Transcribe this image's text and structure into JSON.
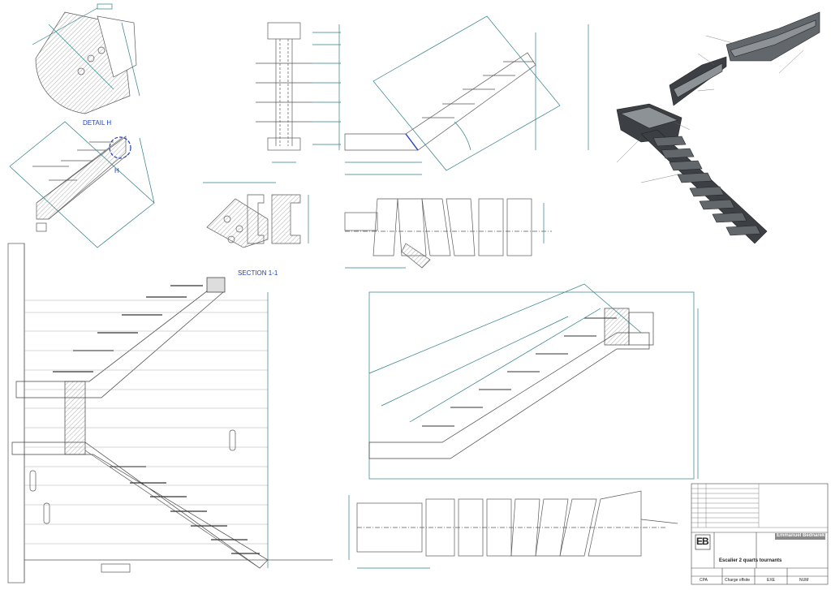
{
  "labels": {
    "detail_h": "DETAIL H",
    "detail_marker": "H",
    "section": "SECTION 1-1"
  },
  "title_block": {
    "company": "Emmanuel Bednarek",
    "project_title": "Escalier 2 quarts tournants",
    "logo_letters": "EB",
    "footer": [
      "CPA",
      "Charge offsite",
      "EXE",
      "NUM"
    ]
  },
  "colors": {
    "line": "#5a5a5a",
    "dimension": "#2e7f86",
    "steel_dark": "#3c4044",
    "steel_mid": "#62676c",
    "steel_light": "#8d9297",
    "accent": "#1f3fbf",
    "company_bar": "#8a8a8a"
  }
}
